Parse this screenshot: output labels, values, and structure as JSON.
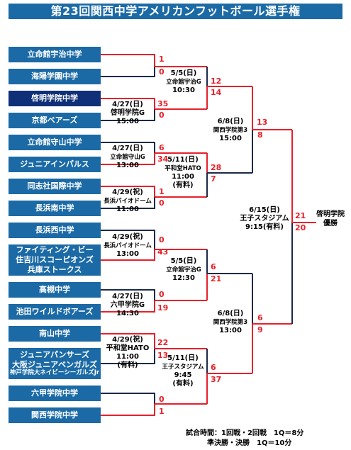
{
  "title": "第23回関西中学アメリカンフットボール選手権",
  "teams": [
    {
      "lines": [
        "立命館宇治中学"
      ]
    },
    {
      "lines": [
        "海陽学園中学"
      ]
    },
    {
      "lines": [
        "啓明学院中学"
      ]
    },
    {
      "lines": [
        "京都ベアーズ"
      ]
    },
    {
      "lines": [
        "立命館守山中学"
      ]
    },
    {
      "lines": [
        "ジュニアインパルス"
      ]
    },
    {
      "lines": [
        "同志社国際中学"
      ]
    },
    {
      "lines": [
        "長浜南中学"
      ]
    },
    {
      "lines": [
        "長浜西中学"
      ]
    },
    {
      "lines": [
        "ファイティング・ビー",
        "住吉川スコーピオンズ",
        "兵庫ストークス"
      ]
    },
    {
      "lines": [
        "高槻中学"
      ]
    },
    {
      "lines": [
        "池田ワイルドボアーズ"
      ]
    },
    {
      "lines": [
        "南山中学"
      ]
    },
    {
      "lines": [
        "ジュニアパンサーズ",
        "大阪ジュニアベンガルズ",
        "神戸学院大ネイビーシーガルズJr"
      ]
    },
    {
      "lines": [
        "六甲学院中学"
      ]
    },
    {
      "lines": [
        "関西学院中学"
      ]
    }
  ],
  "scores": {
    "m1": [
      "1",
      "0"
    ],
    "m2": [
      "35",
      "0"
    ],
    "m3": [
      "6",
      "34"
    ],
    "m4": [
      "1",
      "0"
    ],
    "m5": [
      "0",
      "43"
    ],
    "m6": [
      "0",
      "19"
    ],
    "m7": [
      "22",
      "13"
    ],
    "m8": [
      "0",
      "1"
    ],
    "qf1": [
      "12",
      "14"
    ],
    "qf2": [
      "28",
      "7"
    ],
    "qf3": [
      "6",
      "21"
    ],
    "qf4": [
      "6",
      "37"
    ],
    "sf1": [
      "13",
      "8"
    ],
    "sf2": [
      "6",
      "9"
    ],
    "final": [
      "21",
      "20"
    ]
  },
  "matches": {
    "m2": [
      "4/27(日)",
      "啓明学院G",
      "15:00"
    ],
    "m3": [
      "4/27(日)",
      "立命館守山G",
      "13:00"
    ],
    "m4": [
      "4/29(祝)",
      "長浜バイオドーム",
      "11:00"
    ],
    "m5": [
      "4/29(祝)",
      "長浜バイオドーム",
      "13:00"
    ],
    "m6": [
      "4/27(日)",
      "六甲学院G",
      "14:30"
    ],
    "m7": [
      "4/29(祝)",
      "平和堂HATO",
      "11:00",
      "(有料)"
    ],
    "qf1": [
      "5/5(日)",
      "立命館宇治G",
      "10:30"
    ],
    "qf2": [
      "5/11(日)",
      "平和堂HATO",
      "11:00",
      "(有料)"
    ],
    "qf3": [
      "5/5(日)",
      "立命館宇治G",
      "12:30"
    ],
    "qf4": [
      "5/11(日)",
      "王子スタジアム",
      "9:45",
      "(有料)"
    ],
    "sf1": [
      "6/8(日)",
      "関西学院第3",
      "15:00"
    ],
    "sf2": [
      "6/8(日)",
      "関西学院第3",
      "13:00"
    ],
    "final": [
      "6/15(日)",
      "王子スタジアム",
      "9:15(有料)"
    ]
  },
  "winner": [
    "啓明学院",
    "優勝"
  ],
  "footer": [
    "試合時間：1回戦・2回戦　1Q＝8分",
    "準決勝・決勝　1Q＝10分"
  ],
  "colors": {
    "team_box": "#1b6aa6",
    "team_box_selected": "#0f2f78",
    "winner_line": "#e8202a",
    "line": "#1b2a4a"
  }
}
